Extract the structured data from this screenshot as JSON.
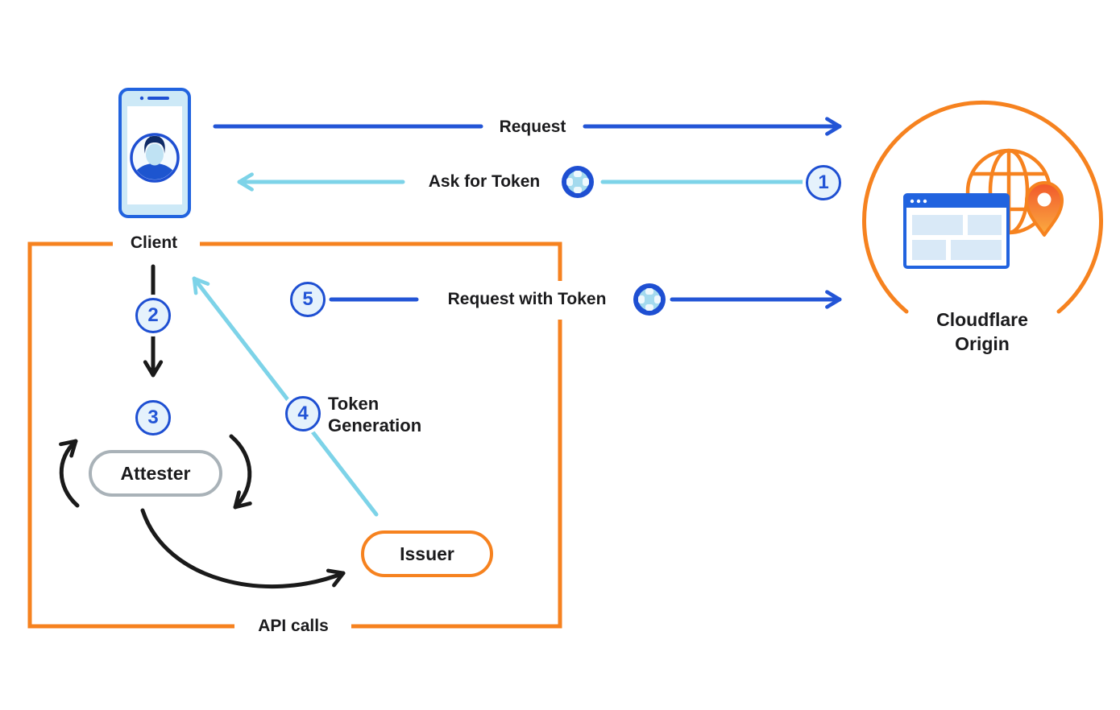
{
  "nodes": {
    "client": {
      "label": "Client"
    },
    "cloudflare_origin": {
      "label_line1": "Cloudflare",
      "label_line2": "Origin"
    },
    "attester": {
      "label": "Attester"
    },
    "issuer": {
      "label": "Issuer"
    }
  },
  "flows": {
    "request": {
      "label": "Request"
    },
    "ask_for_token": {
      "step": "1",
      "label": "Ask for Token"
    },
    "client_to_attester": {
      "step": "2"
    },
    "attestation": {
      "step": "3"
    },
    "token_generation": {
      "step": "4",
      "label_line1": "Token",
      "label_line2": "Generation"
    },
    "request_with_token": {
      "step": "5",
      "label": "Request with Token"
    },
    "api_calls": {
      "label": "API calls"
    }
  },
  "colors": {
    "orange": "#F6821F",
    "blue": "#2355D6",
    "cyan": "#7DD3E8",
    "black": "#1A1A1A",
    "circle_fill": "#E5F2FC",
    "circle_ring": "#1E4FD2",
    "attester_border": "#A9B2B8",
    "text": "#1B1B1D",
    "pin_top": "#F1572B",
    "pin_bottom": "#FBAD41"
  }
}
